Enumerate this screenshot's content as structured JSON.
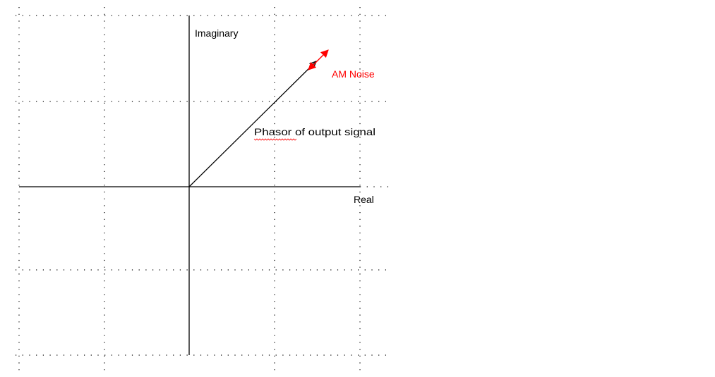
{
  "diagram": {
    "type": "phasor-diagram",
    "labels": {
      "imaginary_axis": "Imaginary",
      "real_axis": "Real",
      "phasor": "Phasor of output signal",
      "noise": "AM Noise"
    },
    "colors": {
      "background": "#ffffff",
      "grid": "#000000",
      "axis": "#000000",
      "phasor": "#000000",
      "noise": "#ff0000",
      "spellcheck_underline": "#ff0000"
    },
    "grid": "dotted",
    "spellcheck_underlined_word": "Phasor"
  }
}
